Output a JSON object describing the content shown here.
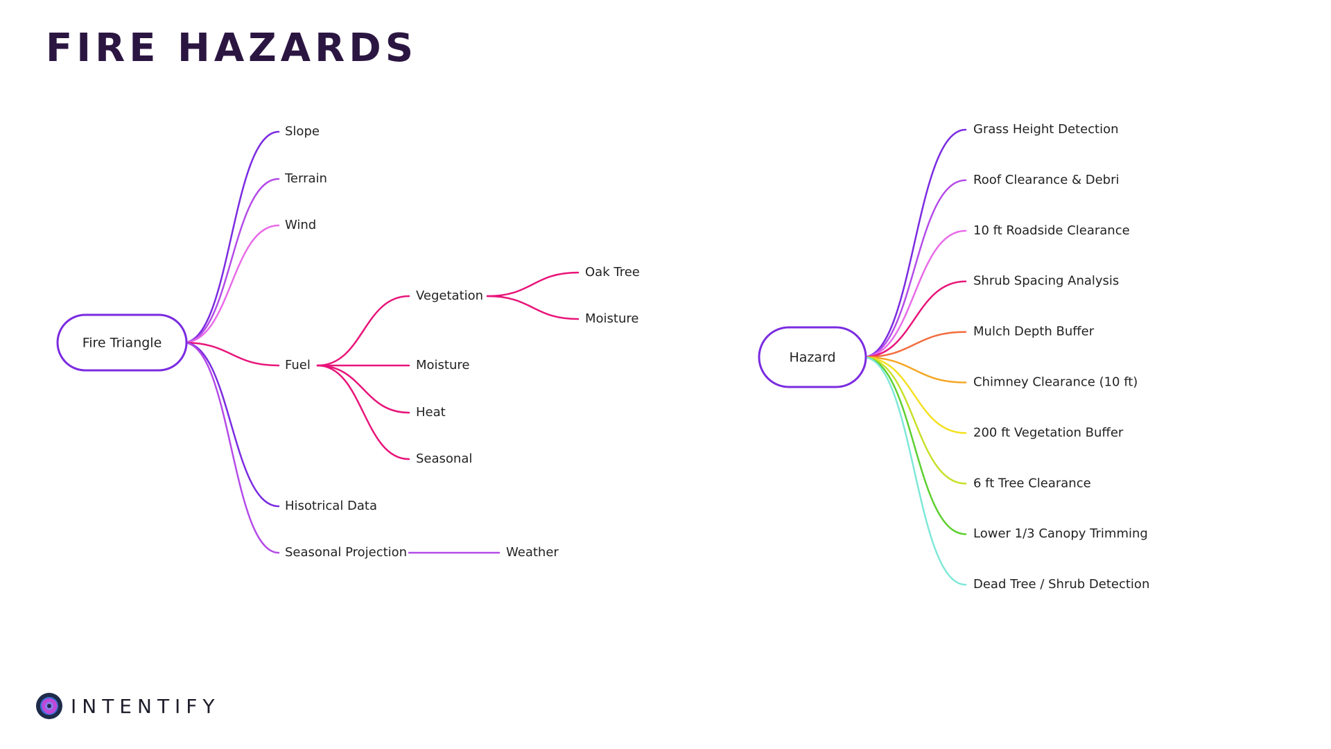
{
  "title": "FIRE HAZARDS",
  "brand": {
    "name": "INTENTIFY",
    "logo": "intentify-logo-icon"
  },
  "colors": {
    "title": "#2b1642",
    "root_stroke": "#7a2be0"
  },
  "mindmaps": [
    {
      "root": "Fire Triangle",
      "branches": [
        {
          "label": "Slope",
          "color": "#7a2be0",
          "children": []
        },
        {
          "label": "Terrain",
          "color": "#b44be8",
          "children": []
        },
        {
          "label": "Wind",
          "color": "#e86be8",
          "children": []
        },
        {
          "label": "Fuel",
          "color": "#e8157a",
          "children": [
            {
              "label": "Vegetation",
              "color": "#e8157a",
              "children": [
                {
                  "label": "Oak Tree",
                  "color": "#e8157a"
                },
                {
                  "label": "Moisture",
                  "color": "#e8157a"
                }
              ]
            },
            {
              "label": "Moisture",
              "color": "#e8157a",
              "children": []
            },
            {
              "label": "Heat",
              "color": "#e8157a",
              "children": []
            },
            {
              "label": "Seasonal",
              "color": "#e8157a",
              "children": []
            }
          ]
        },
        {
          "label": "Hisotrical Data",
          "color": "#7a2be0",
          "children": []
        },
        {
          "label": "Seasonal Projection",
          "color": "#b44be8",
          "children": [
            {
              "label": "Weather",
              "color": "#b44be8",
              "children": []
            }
          ]
        }
      ]
    },
    {
      "root": "Hazard",
      "branches": [
        {
          "label": "Grass Height Detection",
          "color": "#7a2be0",
          "children": []
        },
        {
          "label": "Roof Clearance & Debri",
          "color": "#b44be8",
          "children": []
        },
        {
          "label": "10 ft Roadside Clearance",
          "color": "#e86be8",
          "children": []
        },
        {
          "label": "Shrub Spacing Analysis",
          "color": "#e8157a",
          "children": []
        },
        {
          "label": "Mulch Depth Buffer",
          "color": "#f26d3d",
          "children": []
        },
        {
          "label": "Chimney Clearance (10 ft)",
          "color": "#f5a623",
          "children": []
        },
        {
          "label": "200 ft Vegetation Buffer",
          "color": "#f5e020",
          "children": []
        },
        {
          "label": "6 ft Tree Clearance",
          "color": "#c8e02a",
          "children": []
        },
        {
          "label": "Lower 1/3 Canopy Trimming",
          "color": "#5ccf2f",
          "children": []
        },
        {
          "label": "Dead Tree / Shrub Detection",
          "color": "#7ee8d8",
          "children": []
        }
      ]
    }
  ]
}
